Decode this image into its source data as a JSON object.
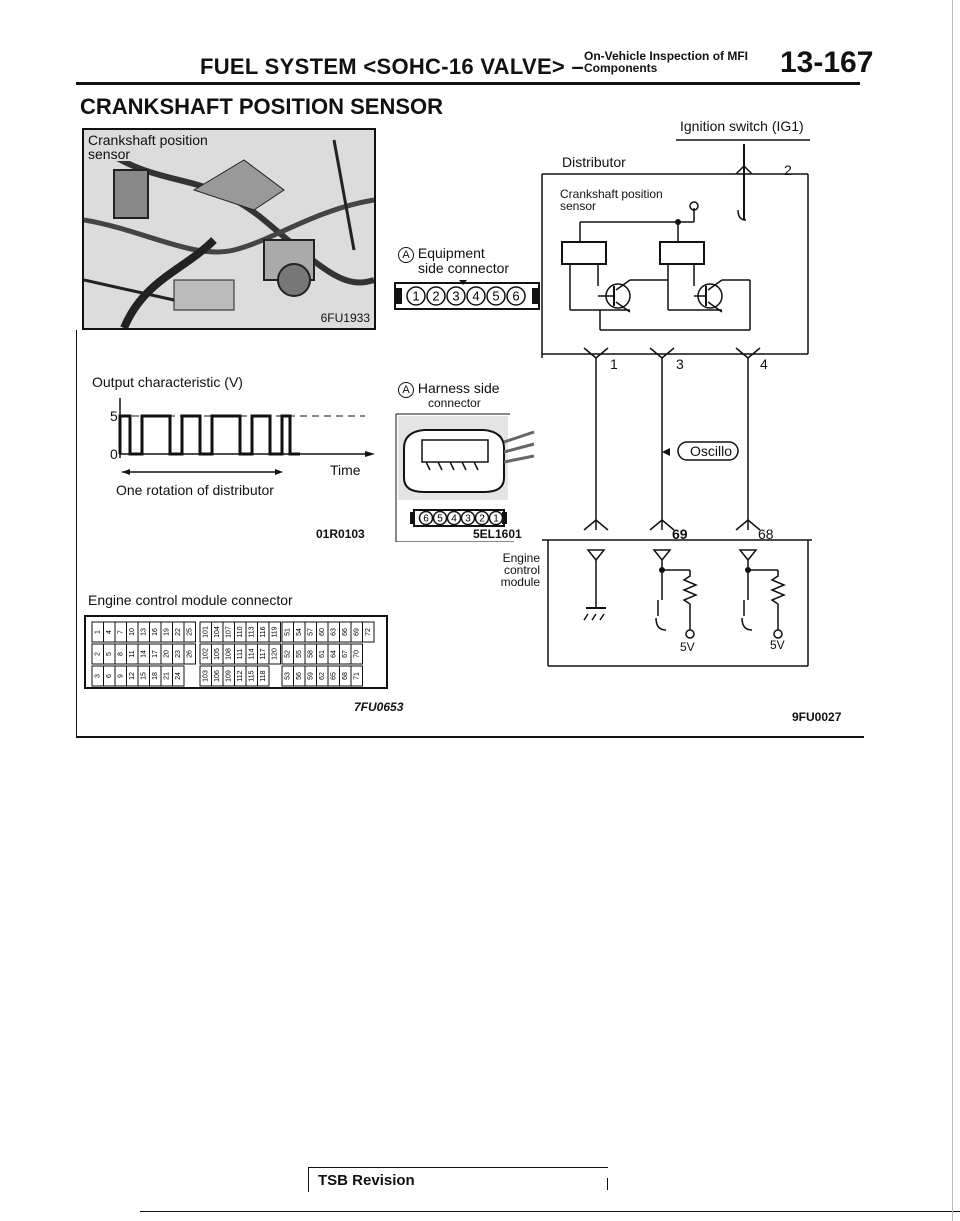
{
  "header": {
    "title": "FUEL SYSTEM <SOHC-16 VALVE> –",
    "subtitle_line1": "On-Vehicle Inspection of MFI",
    "subtitle_line2": "Components",
    "page_number": "13-167"
  },
  "section_title": "CRANKSHAFT POSITION SENSOR",
  "photo": {
    "label_line1": "Crankshaft position",
    "label_line2": "sensor",
    "code": "6FU1933"
  },
  "equipment_connector": {
    "marker": "A",
    "label_line1": "Equipment",
    "label_line2": "side connector",
    "pins": [
      "1",
      "2",
      "3",
      "4",
      "5",
      "6"
    ]
  },
  "harness_connector": {
    "marker": "A",
    "label_line1": "Harness side",
    "label_line2": "connector",
    "pins": [
      "6",
      "5",
      "4",
      "3",
      "2",
      "1"
    ],
    "code": "5EL1601"
  },
  "output": {
    "title": "Output characteristic (V)",
    "y_high": "5",
    "y_low": "0",
    "time_label": "Time",
    "rotation_label": "One rotation of distributor",
    "code": "01R0103"
  },
  "ecm_connector": {
    "title": "Engine control module connector",
    "code": "7FU0653"
  },
  "circuit": {
    "ignition": "Ignition switch (IG1)",
    "distributor": "Distributor",
    "sensor_line1": "Crankshaft position",
    "sensor_line2": "sensor",
    "terminals": [
      "1",
      "2",
      "3",
      "4"
    ],
    "oscillo": "Oscillo",
    "ecm_terminals": [
      "69",
      "68"
    ],
    "ecm_label_line1": "Engine",
    "ecm_label_line2": "control",
    "ecm_label_line3": "module",
    "voltage_a": "5V",
    "voltage_b": "5V",
    "code": "9FU0027"
  },
  "footer": {
    "tsb": "TSB",
    "revision": "Revision"
  }
}
